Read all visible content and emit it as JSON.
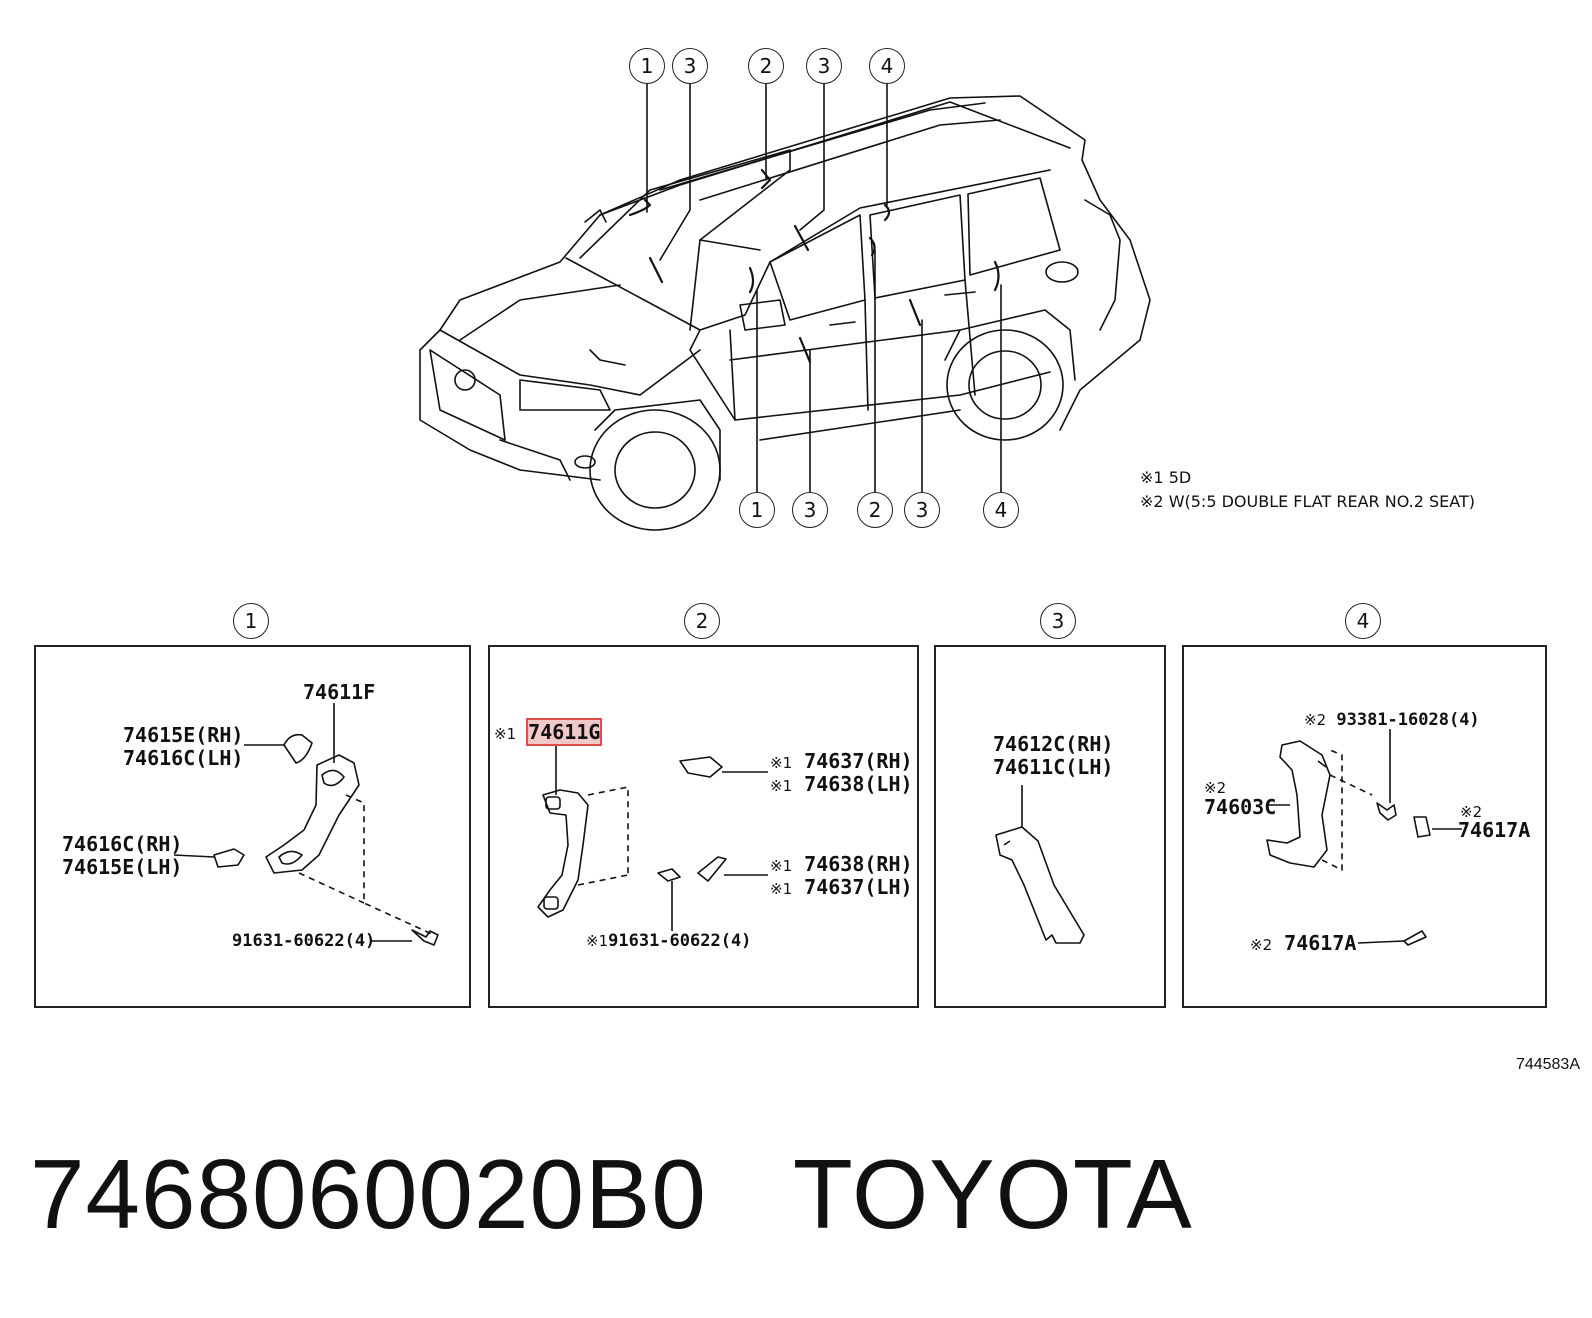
{
  "callouts_top": [
    "1",
    "3",
    "2",
    "3",
    "4"
  ],
  "callouts_bottom": [
    "1",
    "3",
    "2",
    "3",
    "4"
  ],
  "notes": [
    {
      "mark": "※1",
      "text": "5D"
    },
    {
      "mark": "※2",
      "text": "W(5:5 DOUBLE FLAT REAR NO.2 SEAT)"
    }
  ],
  "panels": [
    {
      "number": "1",
      "labels": {
        "a": "74611F",
        "b1": "74615E(RH)",
        "b2": "74616C(LH)",
        "c1": "74616C(RH)",
        "c2": "74615E(LH)",
        "d": "91631-60622(4)"
      }
    },
    {
      "number": "2",
      "labels": {
        "a_mark": "※1",
        "a": "74611G",
        "b1_mark": "※1",
        "b1": "74637(RH)",
        "b2_mark": "※1",
        "b2": "74638(LH)",
        "c1_mark": "※1",
        "c1": "74638(RH)",
        "c2_mark": "※1",
        "c2": "74637(LH)",
        "d_mark": "※1",
        "d": "91631-60622(4)"
      }
    },
    {
      "number": "3",
      "labels": {
        "a1": "74612C(RH)",
        "a2": "74611C(LH)"
      }
    },
    {
      "number": "4",
      "labels": {
        "a_mark": "※2",
        "a": "93381-16028(4)",
        "b_mark": "※2",
        "b": "74603C",
        "c_mark": "※2",
        "c": "74617A",
        "d_mark": "※2",
        "d": "74617A"
      }
    }
  ],
  "drawing_ref": "744583A",
  "title": {
    "part_number": "7468060020B0",
    "brand": "TOYOTA"
  }
}
